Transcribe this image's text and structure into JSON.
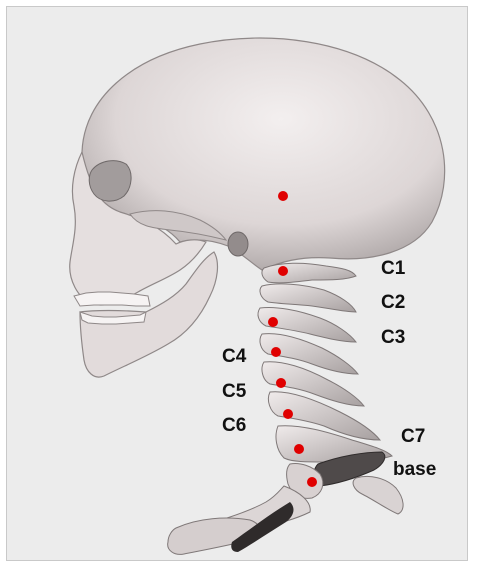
{
  "labels": {
    "c1": "C1",
    "c2": "C2",
    "c3": "C3",
    "c4": "C4",
    "c5": "C5",
    "c6": "C6",
    "c7": "C7",
    "base": "base"
  },
  "colors": {
    "panel_background": "#ececec",
    "bone": "#e2dcdc",
    "bone_shadow": "#9a9494",
    "marker": "#e00000"
  }
}
